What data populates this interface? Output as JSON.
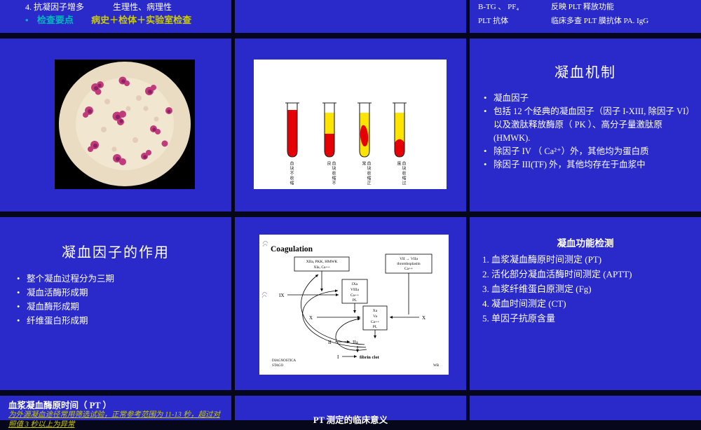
{
  "ui": {
    "bullet": "•"
  },
  "theme": {
    "slide_background": "#2a2acb",
    "canvas_background": "#07071c",
    "text_white": "#ffffff",
    "accent_yellow": "#cbcb00",
    "accent_cyan": "#00b9b9",
    "blood_red": "#e60005",
    "serum_yellow": "#ffe400"
  },
  "slide1": {
    "numbered_item": "4. 抗凝因子增多",
    "numbered_item_note": "生理性、病理性",
    "key_label": "检查要点",
    "key_value": "病史＋检体＋实验室检查"
  },
  "slide3": {
    "row1_term": "B-TG 、 PF₄",
    "row1_desc": "反映 PLT 释放功能",
    "row2_term": "PLT 抗体",
    "row2_desc": "临床多查 PLT 膜抗体 PA. IgG"
  },
  "slide5": {
    "tube_labels": [
      "血块不收缩",
      "血块收缩不良",
      "血块收缩正常",
      "血块收缩过度"
    ]
  },
  "slide6": {
    "title": "凝血机制",
    "bullets": [
      "凝血因子",
      "包括 12 个经典的凝血因子（因子 I-XIII, 除因子 VI）以及激肽释放酶原（ PK ）、高分子量激肽原 (HMWK).",
      "除因子 IV （ Ca²⁺）外，其他均为蛋白质",
      "除因子 III(TF) 外，其他均存在于血浆中"
    ]
  },
  "slide7": {
    "title": "凝血因子的作用",
    "bullets": [
      "整个凝血过程分为三期",
      "凝血活酶形成期",
      "凝血酶形成期",
      "纤维蛋白形成期"
    ]
  },
  "slide8": {
    "title": "Coagulation",
    "box1_l1": "XIIa, PKK, HMWK",
    "box1_l2": "XIa, Ca++",
    "box2_l1": "VII → VIIa",
    "box2_l2": "thromboplastin",
    "box2_l3": "Ca++",
    "box3": [
      "IXa",
      "VIIIa",
      "Ca++",
      "PL"
    ],
    "box4": [
      "Xa",
      "Va",
      "Ca++",
      "PL"
    ],
    "lbl_ix": "IX",
    "lbl_x_left": "X",
    "lbl_x_right": "X",
    "lbl_ii": "II",
    "lbl_iia": "IIa",
    "lbl_i": "I",
    "lbl_fibrin": "fibrin clot",
    "brand1": "DIAGNOSTICA",
    "brand2": "STAGO",
    "corner": "WB"
  },
  "slide9": {
    "title": "凝血功能检测",
    "items": [
      "1. 血浆凝血酶原时间测定 (PT)",
      "2. 活化部分凝血活酶时间测定 (APTT)",
      "3. 血浆纤维蛋白原测定 (Fg)",
      "4. 凝血时间测定 (CT)",
      "5. 单因子抗原含量"
    ]
  },
  "slide10": {
    "title": "血浆凝血酶原时间（ PT ）",
    "note": "为外源凝血途径常用筛选试验，正常参考范围为 11-13 秒，超过对照值 3 秒以上为异常"
  },
  "slide11": {
    "title": "PT 测定的临床意义"
  }
}
